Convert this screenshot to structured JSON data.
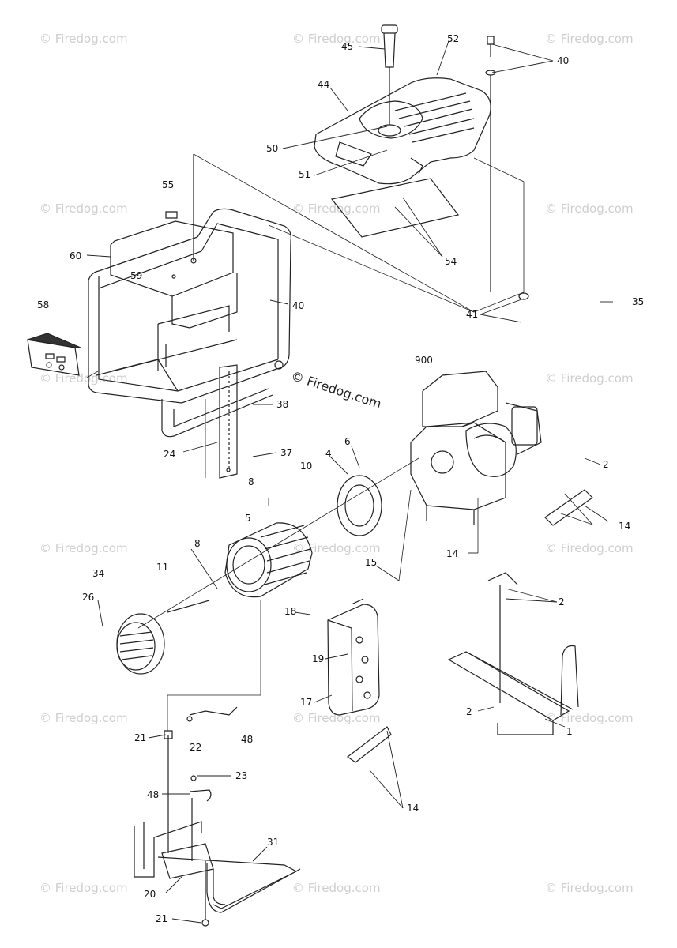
{
  "watermark": "© Firedog.com",
  "center_watermark": "© Firedog.com",
  "part_numbers": {
    "p45": "45",
    "p52": "52",
    "p40a": "40",
    "p44": "44",
    "p50": "50",
    "p51": "51",
    "p55": "55",
    "p54": "54",
    "p60": "60",
    "p59": "59",
    "p40b": "40",
    "p58": "58",
    "p41": "41",
    "p35": "35",
    "p900": "900",
    "p38": "38",
    "p24": "24",
    "p37": "37",
    "p6": "6",
    "p4": "4",
    "p2a": "2",
    "p10": "10",
    "p8a": "8",
    "p5": "5",
    "p14a": "14",
    "p8b": "8",
    "p11": "11",
    "p14b": "14",
    "p34": "34",
    "p26": "26",
    "p15": "15",
    "p2b": "2",
    "p18": "18",
    "p19": "19",
    "p17": "17",
    "p2c": "2",
    "p1": "1",
    "p21a": "21",
    "p22": "22",
    "p48a": "48",
    "p14c": "14",
    "p23": "23",
    "p48b": "48",
    "p31": "31",
    "p20": "20",
    "p21b": "21"
  }
}
